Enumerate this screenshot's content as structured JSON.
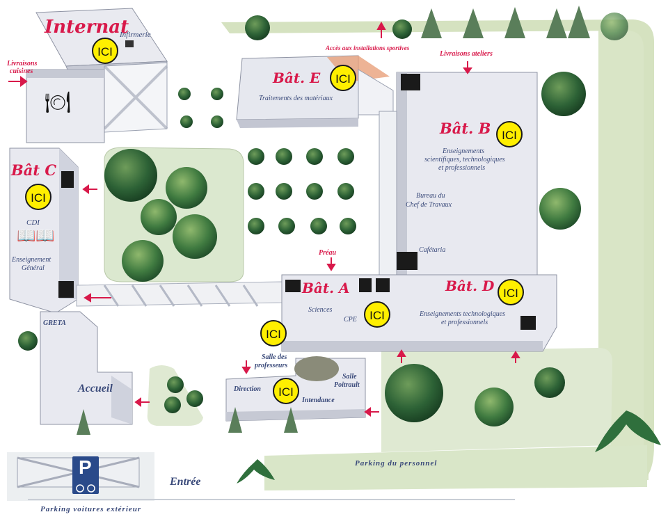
{
  "buildings": {
    "internat": "Internat",
    "infirmerie": "Infirmerie",
    "bat_e": "Bât. E",
    "bat_e_sub": "Traitements des matériaux",
    "bat_b": "Bât. B",
    "bat_b_sub": [
      "Enseignements",
      "scientifiques, technologiques",
      "et professionnels"
    ],
    "bureau": [
      "Bureau du",
      "Chef de Travaux"
    ],
    "cafetaria": "Cafétaria",
    "bat_c": "Bât C",
    "cdi": "CDI",
    "ens_general": [
      "Enseignement",
      "Général"
    ],
    "greta": "GRETA",
    "accueil": "Accueil",
    "bat_a": "Bât. A",
    "sciences": "Sciences",
    "cpe": "CPE",
    "bat_d": "Bât. D",
    "bat_d_sub": [
      "Enseignements technologiques",
      "et professionnels"
    ],
    "salle_prof": [
      "Salle des",
      "professeurs"
    ],
    "salle_poit": [
      "Salle",
      "Poitrault"
    ],
    "direction": "Direction",
    "intendance": "Intendance"
  },
  "annotations": {
    "livraisons_cuisines": [
      "Livraisons",
      "cuisines"
    ],
    "acces_sportives": "Accès aux installations sportives",
    "livraisons_ateliers": "Livraisons ateliers",
    "preau": "Préau",
    "parking_personnel": "Parking du personnel",
    "entree": "Entrée",
    "parking_ext": "Parking voitures extérieur",
    "parking_sign": "P"
  },
  "markers": {
    "label": "ICI"
  },
  "colors": {
    "building_title": "#d8194a",
    "building_text": "#3a4a7a",
    "building_fill": "#e6e8f0",
    "roof_shadow": "#c9ccd8",
    "lawn": "#d8e4c4",
    "tree_dark": "#2e6b3a",
    "tree_light": "#6f9a57",
    "marker": "#ffef00",
    "parking_sign": "#2a4a8a"
  }
}
